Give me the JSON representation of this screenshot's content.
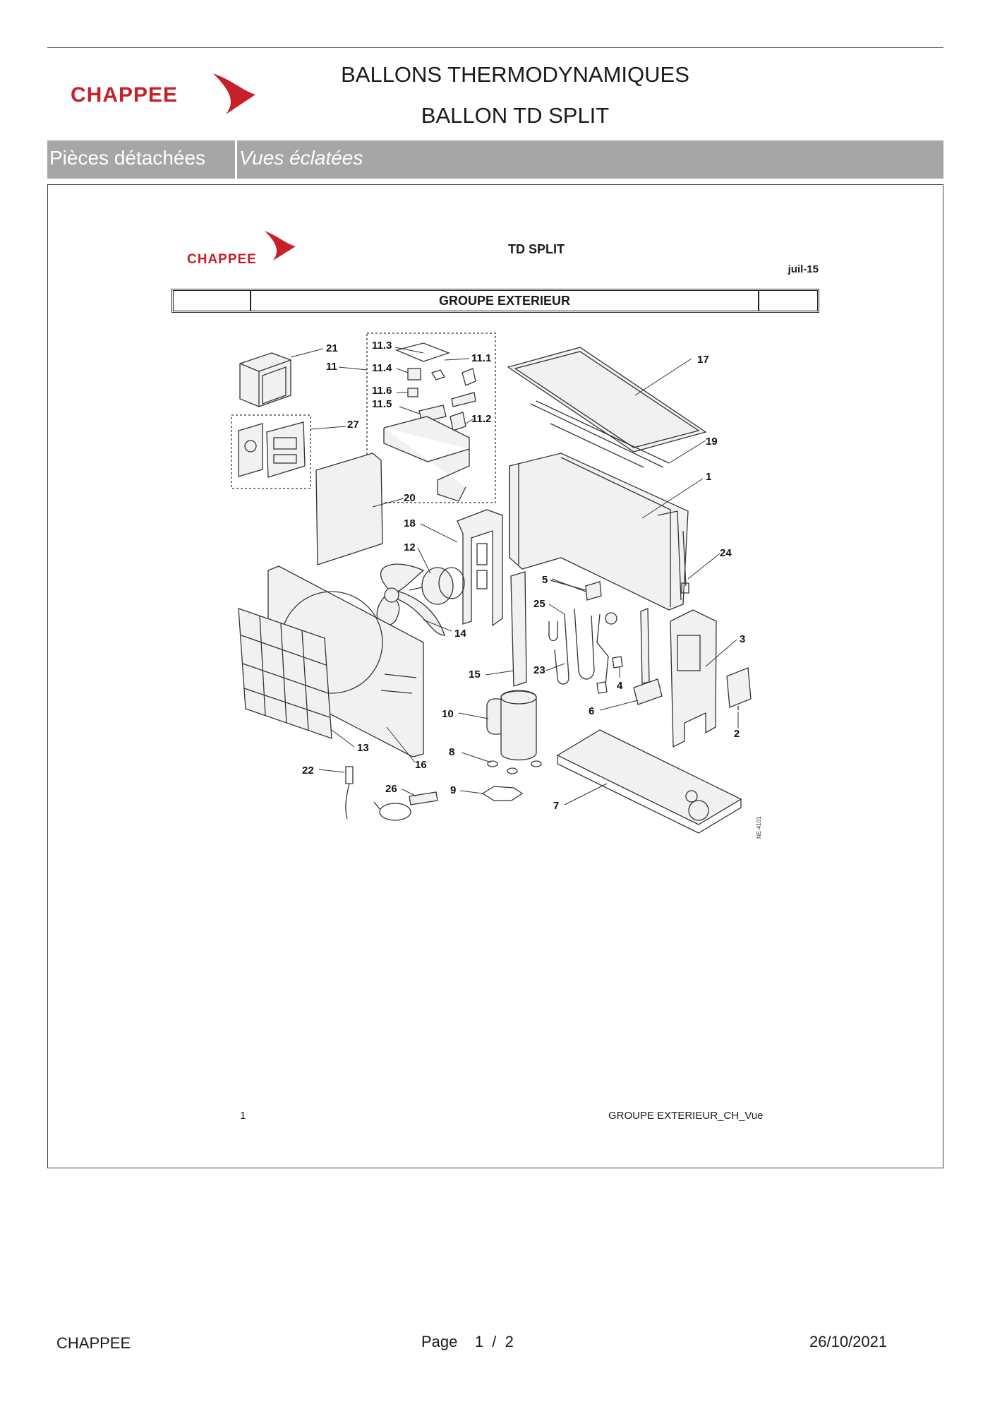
{
  "header": {
    "brand": "CHAPPEE",
    "title_line1": "BALLONS THERMODYNAMIQUES",
    "title_line2": "BALLON TD SPLIT"
  },
  "nav_bar": {
    "left_label": "Pièces détachées",
    "right_label": "Vues éclatées"
  },
  "sheet": {
    "brand": "CHAPPEE",
    "title": "TD SPLIT",
    "date": "juil-15",
    "section_title": "GROUPE EXTERIEUR",
    "page_number": "1",
    "file_label": "GROUPE EXTERIEUR_CH_Vue",
    "drawing_ref": "NE-4101"
  },
  "callouts": [
    "21",
    "11",
    "11.3",
    "11.1",
    "11.4",
    "11.6",
    "11.5",
    "11.2",
    "27",
    "17",
    "19",
    "1",
    "20",
    "18",
    "12",
    "24",
    "5",
    "25",
    "14",
    "3",
    "15",
    "23",
    "4",
    "6",
    "10",
    "2",
    "13",
    "8",
    "16",
    "22",
    "26",
    "9",
    "7"
  ],
  "colors": {
    "brand_red": "#c8202a",
    "bar_gray": "#a6a6a6"
  },
  "footer": {
    "brand": "CHAPPEE",
    "page": "Page    1  /  2",
    "date": "26/10/2021"
  }
}
